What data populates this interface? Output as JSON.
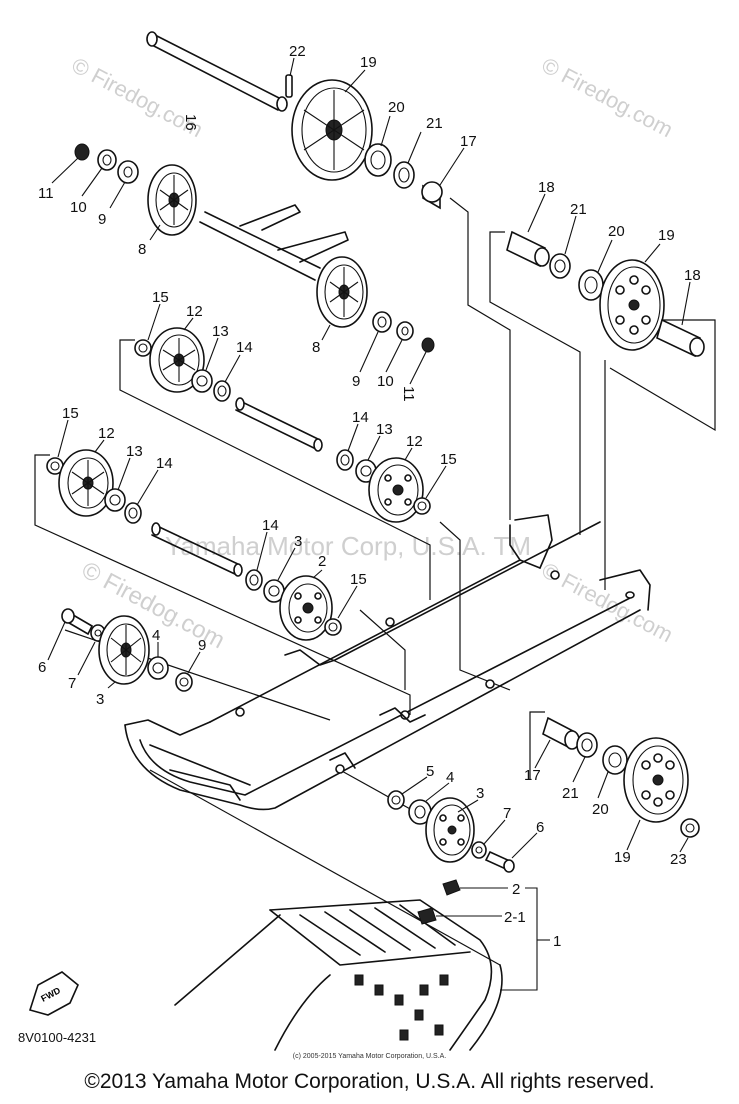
{
  "diagram": {
    "figure_code": "8V0100-4231",
    "small_copyright": "(c) 2005-2015 Yamaha Motor Corporation, U.S.A.",
    "copyright": "©2013 Yamaha Motor Corporation, U.S.A. All rights reserved.",
    "watermarks": [
      "© Firedog.com",
      "© Firedog.com",
      "© Firedog.com",
      "Yamaha Motor Corp, U.S.A. TM",
      "© Firedog.com"
    ],
    "fwd_label": "FWD",
    "callouts": [
      "22",
      "19",
      "16",
      "20",
      "21",
      "17",
      "11",
      "10",
      "9",
      "8",
      "18",
      "21",
      "20",
      "19",
      "18",
      "15",
      "12",
      "13",
      "14",
      "9",
      "10",
      "11",
      "8",
      "14",
      "13",
      "12",
      "15",
      "15",
      "12",
      "13",
      "14",
      "14",
      "3",
      "2",
      "15",
      "6",
      "7",
      "4",
      "9",
      "3",
      "17",
      "21",
      "20",
      "5",
      "4",
      "3",
      "7",
      "6",
      "19",
      "23",
      "2",
      "2-1",
      "1"
    ],
    "colors": {
      "line": "#111111",
      "watermark": "#cfcfcf",
      "background": "#ffffff"
    }
  }
}
